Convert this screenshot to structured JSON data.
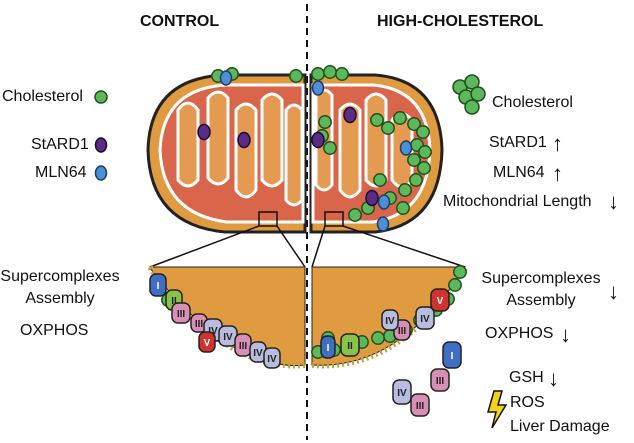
{
  "headers": {
    "control": "CONTROL",
    "high": "HIGH-CHOLESTEROL"
  },
  "legend_left": {
    "cholesterol": "Cholesterol",
    "stard1": "StARD1",
    "mln64": "MLN64"
  },
  "left_labels": {
    "supercomplexes_line1": "Supercomplexes",
    "supercomplexes_line2": "Assembly",
    "oxphos": "OXPHOS"
  },
  "right_labels": {
    "cholesterol": "Cholesterol",
    "stard1": "StARD1",
    "mln64": "MLN64",
    "mito_length": "Mitochondrial Length",
    "supercomplexes_line1": "Supercomplexes",
    "supercomplexes_line2": "Assembly",
    "oxphos": "OXPHOS",
    "gsh": "GSH",
    "ros": "ROS",
    "liver_damage": "Liver Damage"
  },
  "arrows": {
    "stard1": "↑",
    "mln64": "↑",
    "mito_length": "↓",
    "supercomplexes": "↓",
    "oxphos": "↓",
    "gsh": "↓"
  },
  "complex_labels_control": [
    "I",
    "II",
    "III",
    "III",
    "IV",
    "IV",
    "V",
    "III",
    "IV",
    "IV"
  ],
  "complex_labels_high": [
    "V",
    "IV",
    "III",
    "IV",
    "II",
    "I"
  ],
  "free_complex_labels": [
    "I",
    "III",
    "IV",
    "III"
  ],
  "colors": {
    "cholesterol": "#5cb85a",
    "stard1": "#5b2c83",
    "mln64": "#4d8fd6",
    "mito_outer": "#e09a40",
    "mito_matrix": "#d9654a",
    "membrane_band": "#e59a52",
    "complex_I": "#3f6fc4",
    "complex_II": "#8bc34a",
    "complex_III": "#d98fb3",
    "complex_IV": "#b8bde0",
    "complex_V": "#d3332e"
  }
}
